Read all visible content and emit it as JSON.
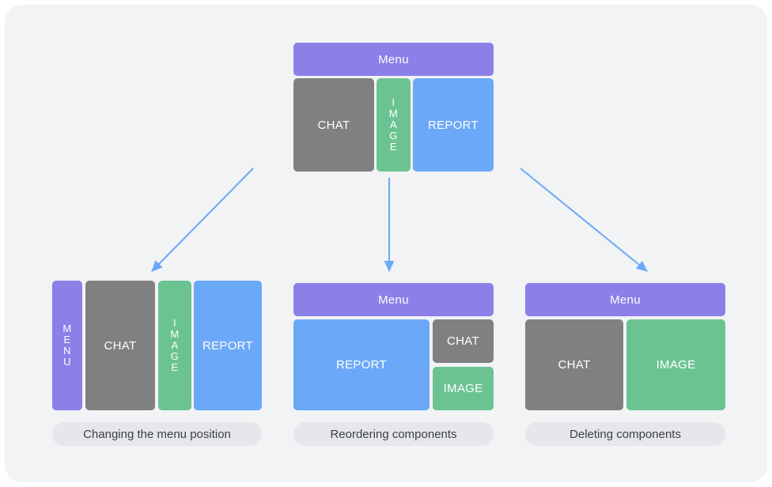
{
  "theme": {
    "canvas_bg": "#f2f3f5",
    "menu_color": "#8b7fe8",
    "chat_color": "#808080",
    "image_color": "#6cc392",
    "report_color": "#6ba8f7",
    "arrow_color": "#6ba8f7",
    "caption_bg": "#e6e7eb",
    "caption_text": "#3b3f45"
  },
  "source": {
    "menu_label": "Menu",
    "chat_label": "CHAT",
    "image_label_letters": [
      "I",
      "M",
      "A",
      "G",
      "E"
    ],
    "report_label": "REPORT"
  },
  "variants": [
    {
      "id": "menu-position",
      "caption": "Changing the menu position",
      "menu_label_letters": [
        "M",
        "E",
        "N",
        "U"
      ],
      "chat_label": "CHAT",
      "image_label_letters": [
        "I",
        "M",
        "A",
        "G",
        "E"
      ],
      "report_label": "REPORT"
    },
    {
      "id": "reordering",
      "caption": "Reordering components",
      "menu_label": "Menu",
      "report_label": "REPORT",
      "chat_label": "CHAT",
      "image_label": "IMAGE"
    },
    {
      "id": "deleting",
      "caption": "Deleting components",
      "menu_label": "Menu",
      "chat_label": "CHAT",
      "image_label": "IMAGE"
    }
  ]
}
